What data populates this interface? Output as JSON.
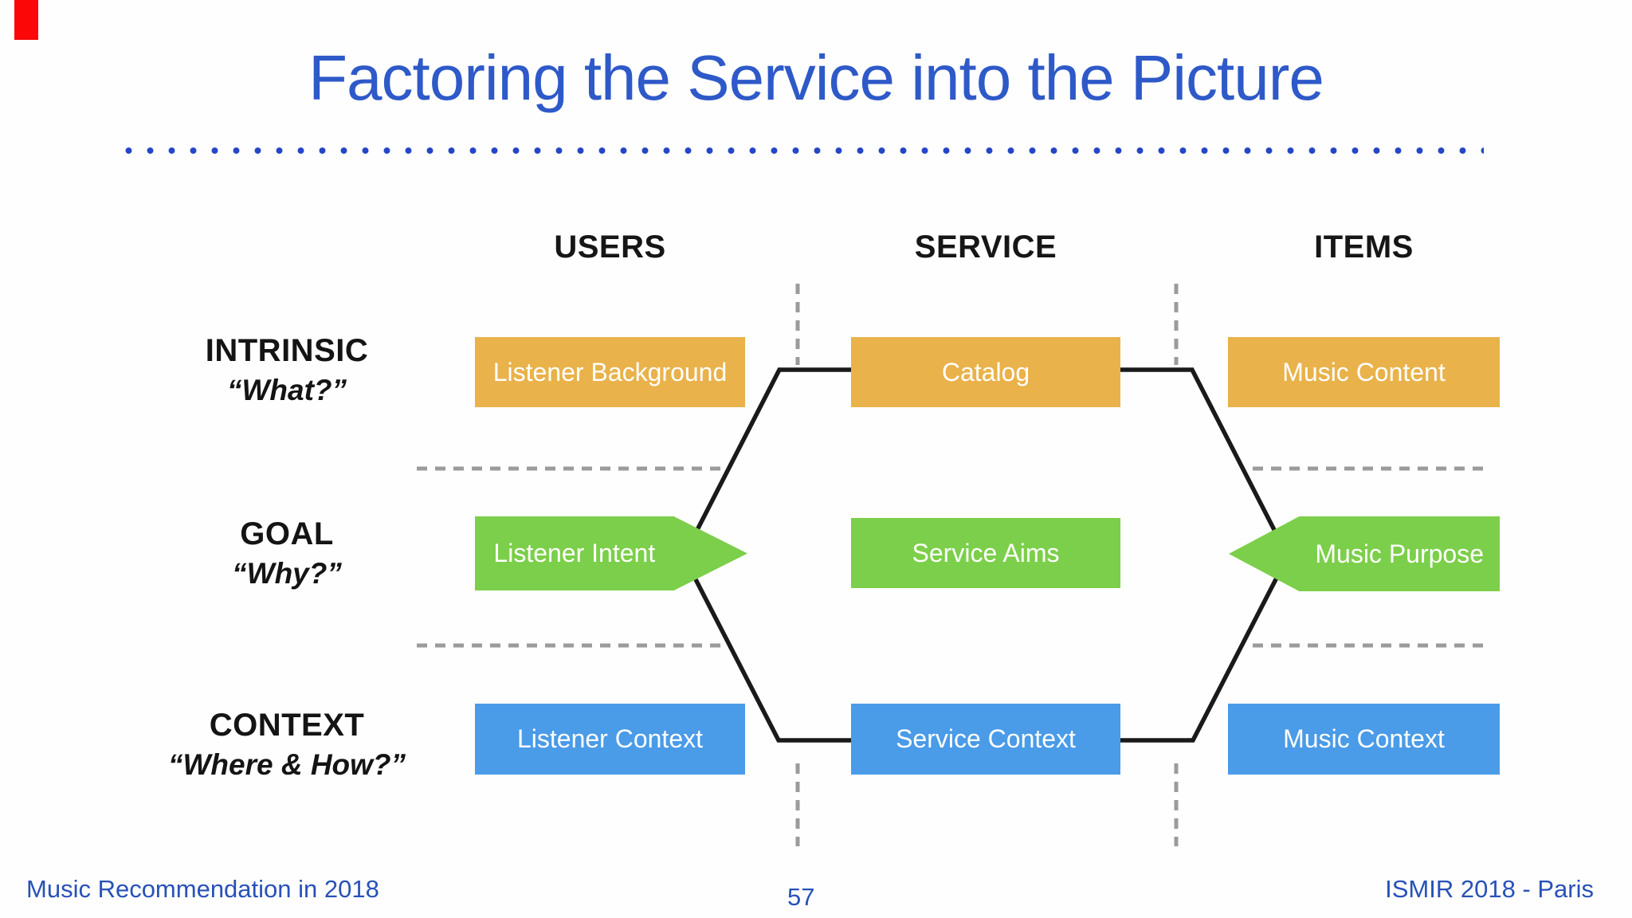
{
  "page": {
    "title": "Factoring the Service into the Picture",
    "page_number": "57",
    "footer_left": "Music Recommendation in 2018",
    "footer_right": "ISMIR 2018 - Paris"
  },
  "columns": [
    {
      "label": "USERS"
    },
    {
      "label": "SERVICE"
    },
    {
      "label": "ITEMS"
    }
  ],
  "rows": [
    {
      "label": "INTRINSIC",
      "question": "“What?”"
    },
    {
      "label": "GOAL",
      "question": "“Why?”"
    },
    {
      "label": "CONTEXT",
      "question": "“Where & How?”"
    }
  ],
  "boxes": [
    {
      "label": "Listener Background"
    },
    {
      "label": "Catalog"
    },
    {
      "label": "Music Content"
    },
    {
      "label": "Listener Intent"
    },
    {
      "label": "Service Aims"
    },
    {
      "label": "Music Purpose"
    },
    {
      "label": "Listener Context"
    },
    {
      "label": "Service Context"
    },
    {
      "label": "Music Context"
    }
  ],
  "colors": {
    "title_blue": "#2e59c8",
    "dot_blue": "#2446c6",
    "footer_blue": "#2851b8",
    "intrinsic_orange": "#e9b24a",
    "goal_green": "#7ccf4a",
    "context_blue": "#4a9be8",
    "line_black": "#1a1a1a",
    "dash_gray": "#9b9b9b",
    "red_marker": "#fb0707"
  }
}
